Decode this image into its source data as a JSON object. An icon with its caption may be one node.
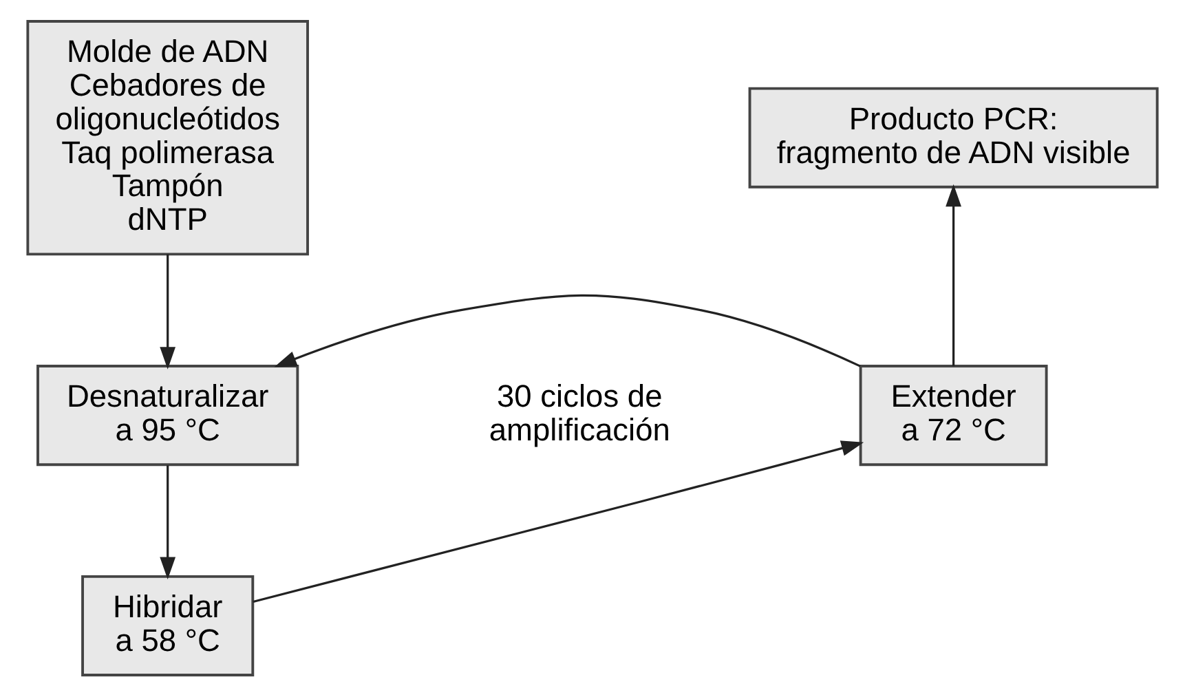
{
  "diagram": {
    "nodes": [
      {
        "text": [
          "Molde de ADN Cebadores de oligonucleótidos Taq polimerasa Tampón dNTP"
        ]
      },
      {
        "text": [
          "Desnaturalizar a 95 °C"
        ]
      },
      {
        "text": [
          "Extender a 72 °C"
        ]
      },
      {
        "text": [
          "Producto PCR: fragmento de ADN visible"
        ]
      },
      {
        "text": [
          "Hibridar a 58 °C"
        ]
      }
    ],
    "edges": [
      {
        "from": 0,
        "to": 1,
        "arrow": "to"
      },
      {
        "from": 1,
        "to": 4,
        "arrow": "to"
      },
      {
        "from": 4,
        "to": 2,
        "arrow": "to"
      },
      {
        "from": 2,
        "to": 1,
        "arrow": "to"
      },
      {
        "from": 2,
        "to": 3,
        "arrow": "to"
      }
    ],
    "labels": [
      "30 ciclos de amplificación"
    ]
  }
}
